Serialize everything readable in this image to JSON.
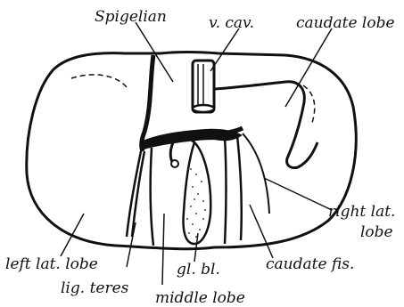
{
  "labels": {
    "spigelian": "Spigelian",
    "v_cav": "v. cav.",
    "caudate_lobe": "caudate lobe",
    "right_lat": "right lat.",
    "right_lat_lobe": "lobe",
    "left_lat_lobe": "left lat. lobe",
    "lig_teres": "lig. teres",
    "gl_bl": "gl. bl.",
    "caudate_fis": "caudate fis.",
    "middle_lobe": "middle lobe"
  },
  "colors": {
    "ink": "#111111",
    "paper": "#ffffff"
  }
}
